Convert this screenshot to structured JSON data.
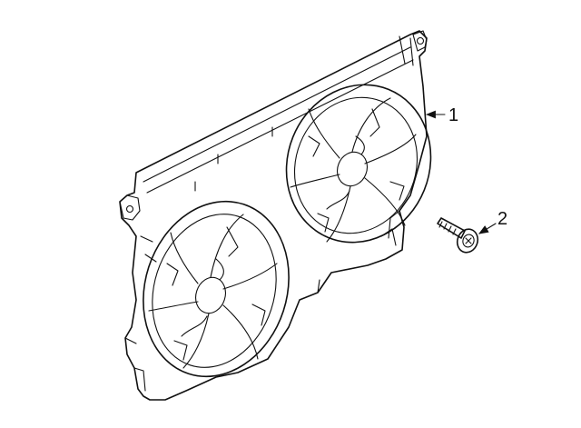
{
  "callouts": [
    {
      "number": "1",
      "part": "fan-shroud-assembly"
    },
    {
      "number": "2",
      "part": "bolt"
    }
  ]
}
